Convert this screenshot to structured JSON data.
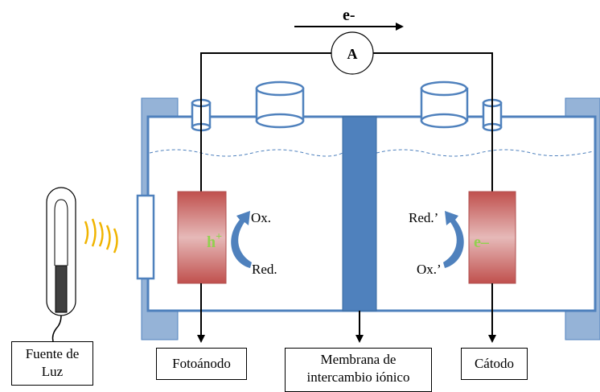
{
  "diagram": {
    "electron_flow_label": "e-",
    "ammeter_label": "A",
    "photoanode": {
      "carrier_label": "h",
      "carrier_sup": "+",
      "oxidized_label": "Ox.",
      "reduced_label": "Red."
    },
    "cathode": {
      "carrier_label": "e–",
      "reduced_label": "Red.’",
      "oxidized_label": "Ox.’"
    },
    "labels": {
      "light_source_line1": "Fuente de",
      "light_source_line2": "Luz",
      "photoanode": "Fotoánodo",
      "membrane_line1": "Membrana de",
      "membrane_line2": "intercambio iónico",
      "cathode": "Cátodo"
    },
    "colors": {
      "cell_outline": "#4f81bd",
      "membrane": "#4f81bd",
      "holder": "#95b3d7",
      "electrode_dark": "#c0504d",
      "electrode_light": "#e6b9b8",
      "carrier_text": "#92d050",
      "light_rays": "#f0b400",
      "arrow_curve": "#4f81bd"
    }
  }
}
